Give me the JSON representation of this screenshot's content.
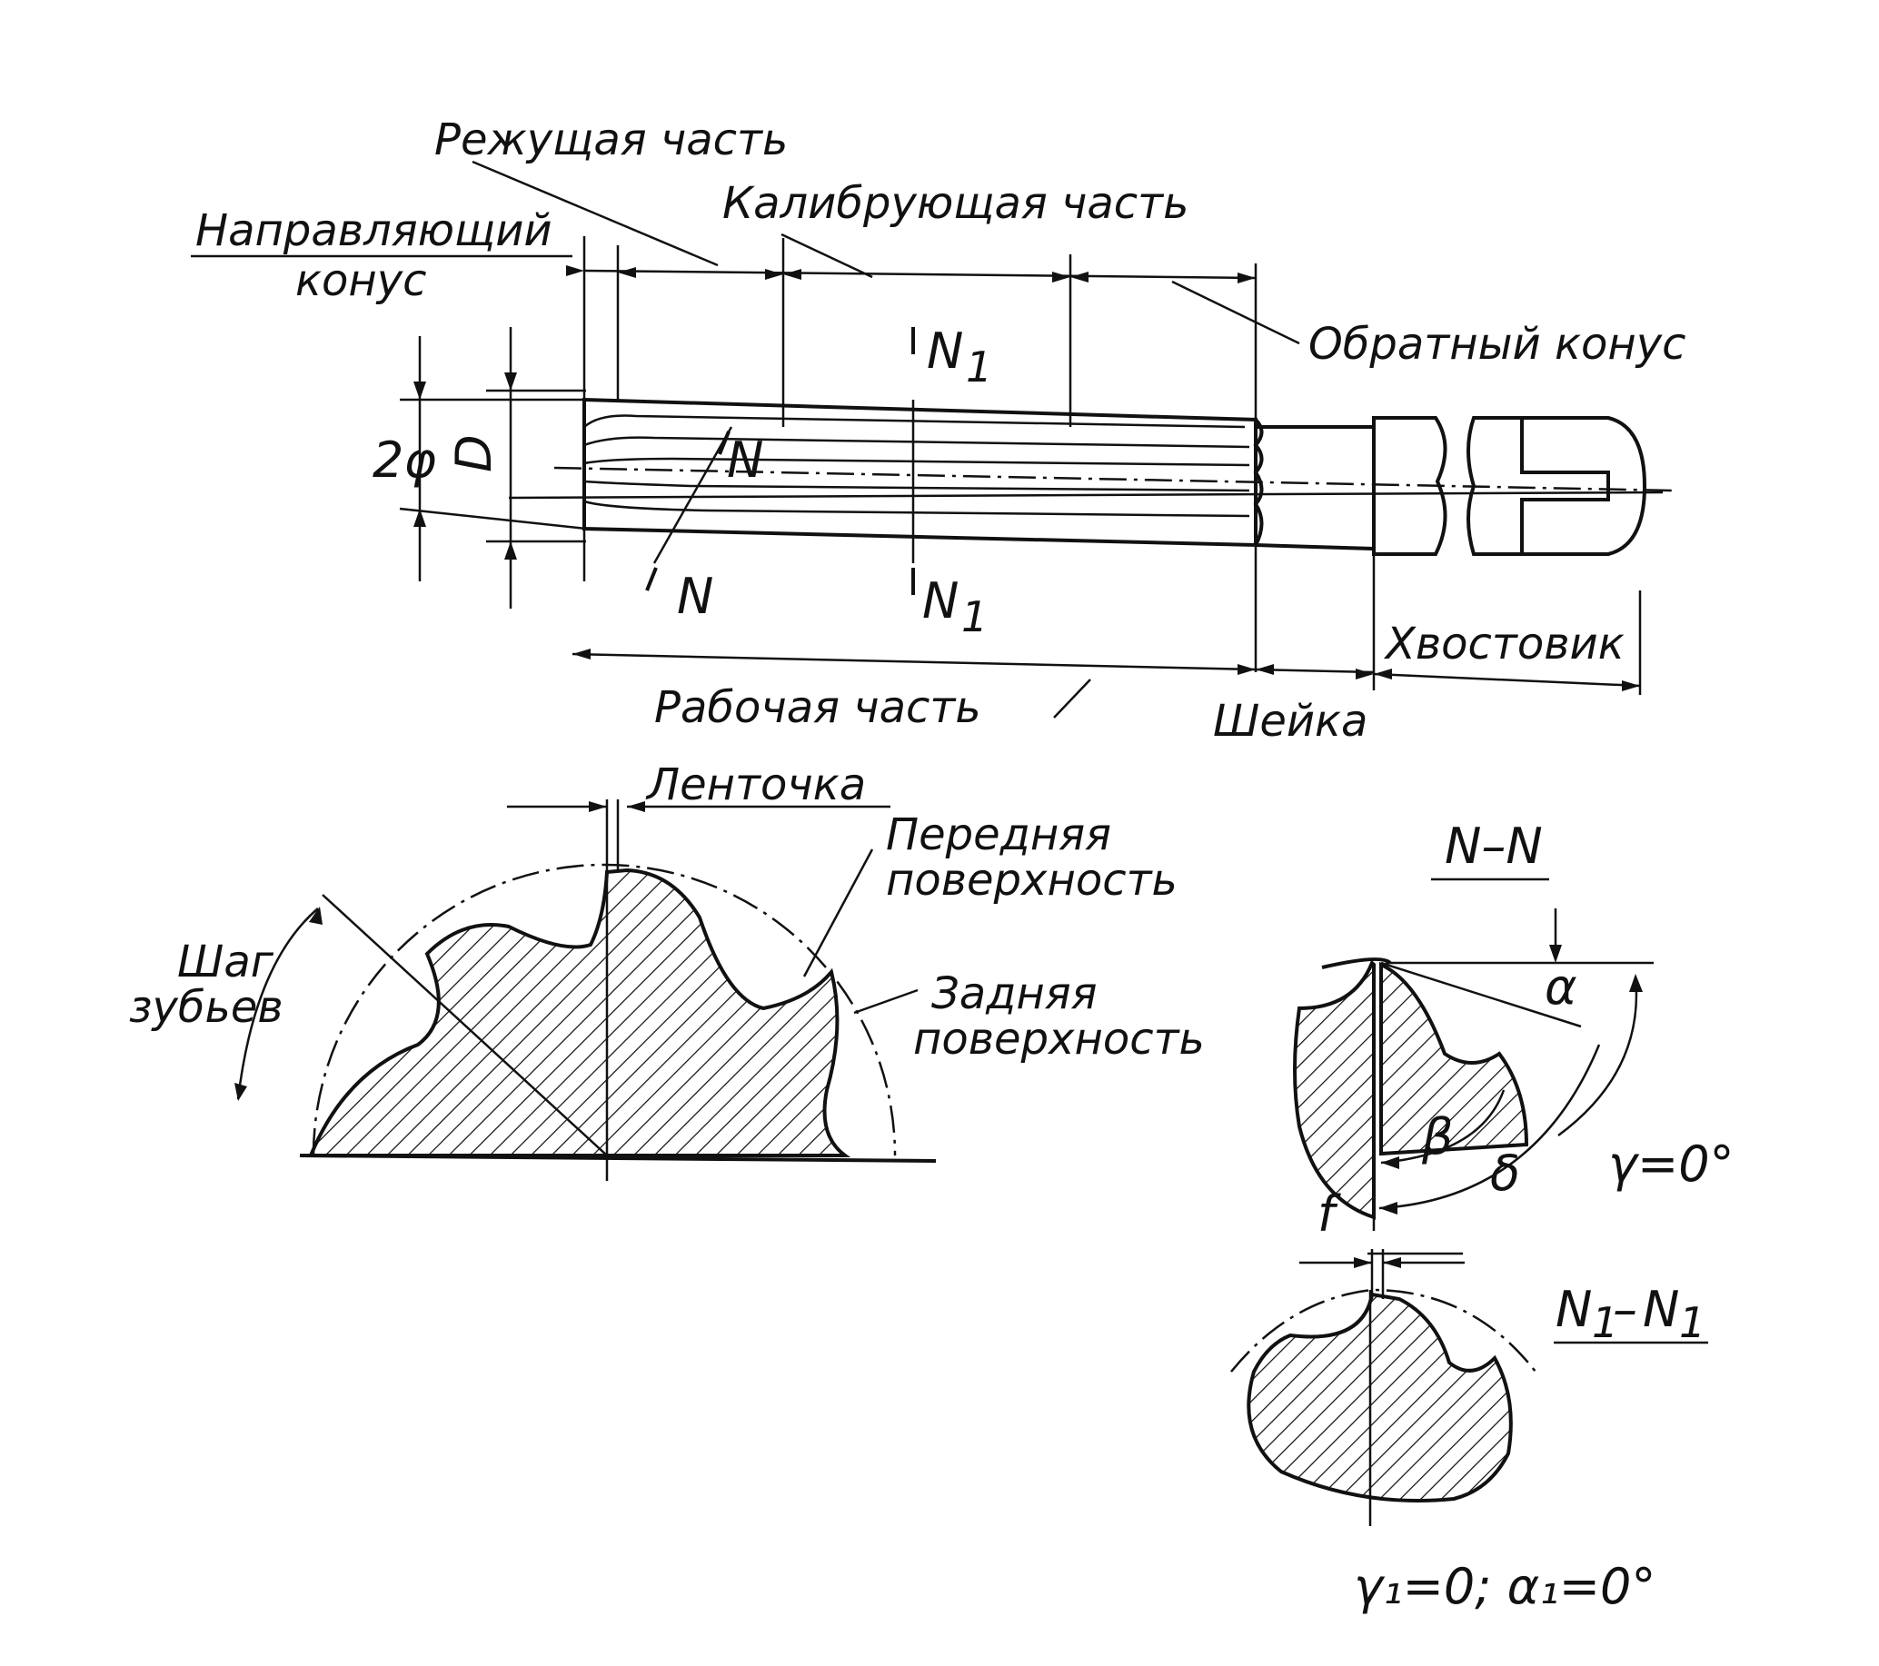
{
  "reamer_view": {
    "cutting_part": "Режущая часть",
    "calibrating_part": "Калибрующая часть",
    "guide_cone_line1": "Направляющий",
    "guide_cone_line2": "конус",
    "back_taper": "Обратный конус",
    "section_n1_top": "N",
    "section_n1_top_sub": "1",
    "section_n1_bottom": "N",
    "section_n1_bottom_sub": "1",
    "section_n_mid": "N",
    "section_n_bottom": "N",
    "angle_2phi": "2φ",
    "diameter_D": "D",
    "working_part": "Рабочая часть",
    "neck": "Шейка",
    "shank": "Хвостовик"
  },
  "cross_section": {
    "land": "Ленточка",
    "front_surface_line1": "Передняя",
    "front_surface_line2": "поверхность",
    "back_surface_line1": "Задняя",
    "back_surface_line2": "поверхность",
    "tooth_pitch_line1": "Шаг",
    "tooth_pitch_line2": "зубьев"
  },
  "section_nn": {
    "title": "N–N",
    "alpha": "α",
    "beta": "β",
    "delta": "δ",
    "gamma_eq": "γ=0°",
    "f": "f"
  },
  "section_n1n1": {
    "title_n": "N",
    "title_sub1": "1",
    "title_dash": "–",
    "title_n2": "N",
    "title_sub2": "1",
    "angles": "γ₁=0; α₁=0°"
  }
}
